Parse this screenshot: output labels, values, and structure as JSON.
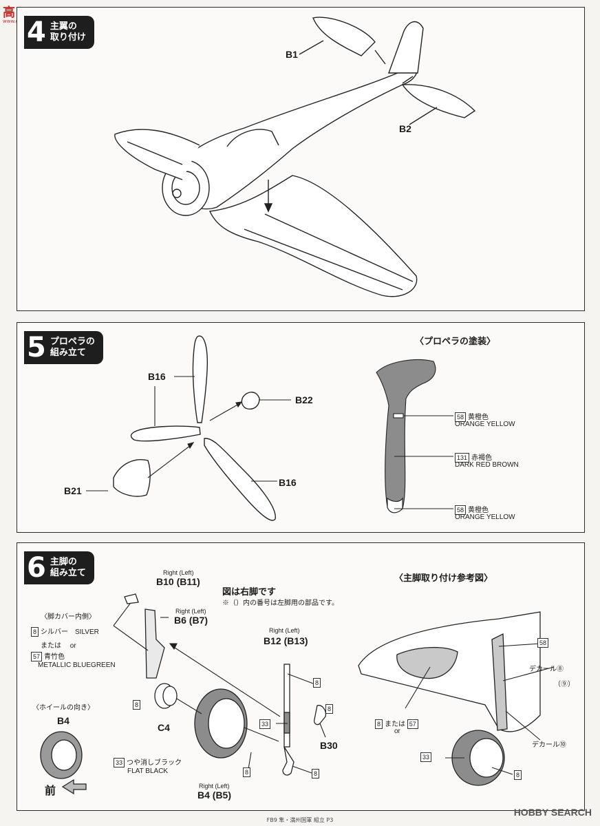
{
  "watermark_logo": {
    "mark": "高",
    "sub": "www.gaoshan.net"
  },
  "site_mark": "HOBBY SEARCH",
  "footer": "FB9 隼・満州国軍 組立 P3",
  "step4": {
    "num": "4",
    "title": "主翼の\n取り付け",
    "parts": [
      "B1",
      "B2"
    ]
  },
  "step5": {
    "num": "5",
    "title": "プロペラの\n組み立て",
    "parts": {
      "b16a": "B16",
      "b16b": "B16",
      "b22": "B22",
      "b21": "B21"
    },
    "paint_title": "〈プロペラの塗装〉",
    "paint": [
      {
        "code": "58",
        "jp": "黄橙色",
        "en": "ORANGE YELLOW"
      },
      {
        "code": "131",
        "jp": "赤褐色",
        "en": "DARK RED BROWN"
      },
      {
        "code": "58",
        "jp": "黄橙色",
        "en": "ORANGE YELLOW"
      }
    ]
  },
  "step6": {
    "num": "6",
    "title": "主脚の\n組み立て",
    "note_title": "図は右脚です",
    "note_sub": "※（）内の番号は左脚用の部品です。",
    "cover_title": "〈脚カバー内側〉",
    "cover_colors": [
      {
        "code": "8",
        "text": "シルバー　SILVER"
      },
      {
        "code": "",
        "text": "または　 or"
      },
      {
        "code": "57",
        "text": "青竹色"
      },
      {
        "code": "",
        "text": "METALLIC BLUEGREEN"
      }
    ],
    "wheel_dir_title": "〈ホイールの向き〉",
    "wheel_dir_part": "B4",
    "front_label": "前",
    "rl": "Right (Left)",
    "parts": {
      "b10": "B10 (B11)",
      "b6": "B6 (B7)",
      "b12": "B12 (B13)",
      "b4": "B4 (B5)",
      "c4": "C4",
      "b30": "B30"
    },
    "flat_black_jp": "つや消しブラック",
    "flat_black_en": "FLAT BLACK",
    "codes": {
      "c8": "8",
      "c33": "33",
      "c58": "58",
      "c57": "57"
    },
    "ref_title": "〈主脚取り付け参考図〉",
    "decal_a": "デカール⑧",
    "decal_b": "（⑨）",
    "decal_c": "デカール⑩",
    "mataha": "または",
    "or": "or"
  }
}
